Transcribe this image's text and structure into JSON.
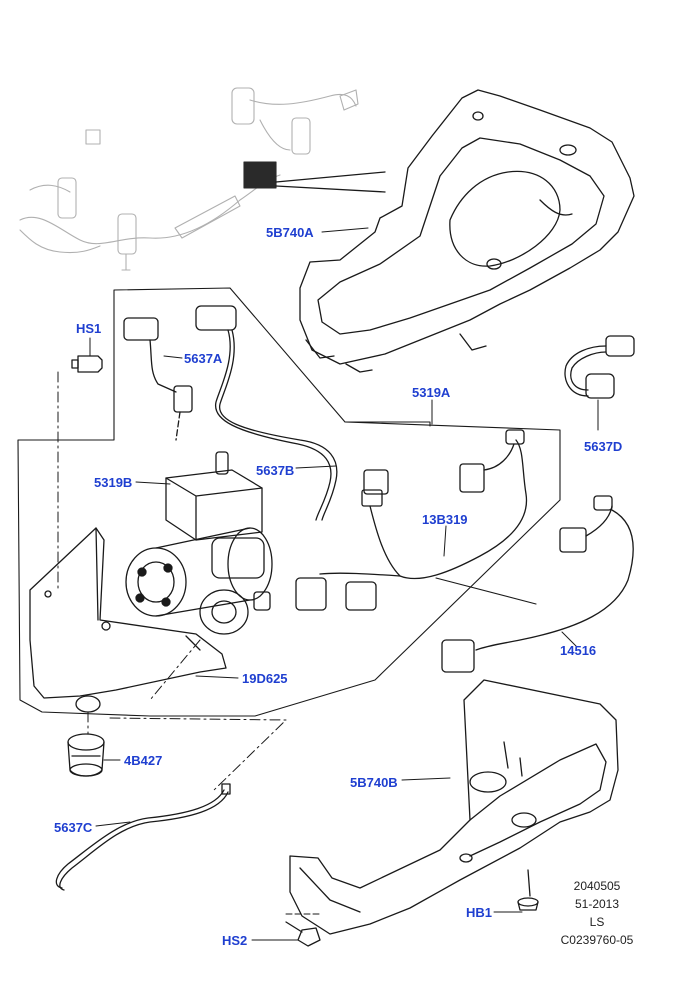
{
  "diagram": {
    "parts": [
      {
        "id": "5B740A",
        "label": "5B740A",
        "name": "upper-cover"
      },
      {
        "id": "HS1",
        "label": "HS1",
        "name": "bolt-hs1"
      },
      {
        "id": "5637A",
        "label": "5637A",
        "name": "air-pipe-a"
      },
      {
        "id": "5319A",
        "label": "5319A",
        "name": "compressor-assembly-bracket"
      },
      {
        "id": "5637D",
        "label": "5637D",
        "name": "air-pipe-d"
      },
      {
        "id": "5319B",
        "label": "5319B",
        "name": "compressor-unit"
      },
      {
        "id": "5637B",
        "label": "5637B",
        "name": "air-pipe-b"
      },
      {
        "id": "13B319",
        "label": "13B319",
        "name": "wiring-harness"
      },
      {
        "id": "14516",
        "label": "14516",
        "name": "harness-cable"
      },
      {
        "id": "19D625",
        "label": "19D625",
        "name": "mounting-bracket"
      },
      {
        "id": "4B427",
        "label": "4B427",
        "name": "isolator-mount"
      },
      {
        "id": "5B740B",
        "label": "5B740B",
        "name": "lower-cover"
      },
      {
        "id": "5637C",
        "label": "5637C",
        "name": "air-pipe-c"
      },
      {
        "id": "HB1",
        "label": "HB1",
        "name": "push-rivet-hb1"
      },
      {
        "id": "HS2",
        "label": "HS2",
        "name": "bolt-hs2"
      }
    ],
    "reference": {
      "line1": "2040505",
      "line2": "51-2013",
      "line3": "LS",
      "line4": "C0239760-05"
    },
    "colors": {
      "callout": "#1f3fd0",
      "line": "#1a1a1a",
      "inset": "#b5b5b5"
    }
  }
}
